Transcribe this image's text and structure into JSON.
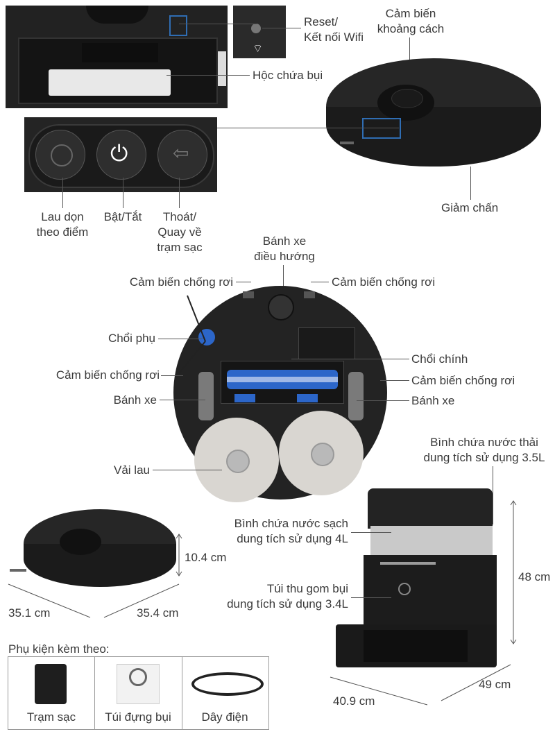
{
  "labels": {
    "reset_wifi": [
      "Reset/",
      "Kết nối Wifi"
    ],
    "distance_sensor": [
      "Cảm biến",
      "khoảng cách"
    ],
    "dust_bin": "Hộc chứa bụi",
    "spot_clean": [
      "Lau dọn",
      "theo điểm"
    ],
    "power": "Bật/Tắt",
    "return_home": [
      "Thoát/",
      "Quay về",
      "trạm sạc"
    ],
    "bumper": "Giảm chấn",
    "omni_wheel": [
      "Bánh xe",
      "điều hướng"
    ],
    "cliff_sensor_top_left": "Cảm biến chống rơi",
    "cliff_sensor_top_right": "Cảm biến chống rơi",
    "side_brush": "Chổi phụ",
    "main_brush": "Chổi chính",
    "cliff_sensor_left": "Cảm biến chống rơi",
    "cliff_sensor_right": "Cảm biến chống rơi",
    "wheel_left": "Bánh xe",
    "wheel_right": "Bánh xe",
    "mop_pads": "Vải lau",
    "dirty_tank": [
      "Bình chứa nước thải",
      "dung tích sử dụng 3.5L"
    ],
    "clean_tank": [
      "Bình chứa nước sạch",
      "dung tích sử dụng 4L"
    ],
    "dust_bag": [
      "Túi thu gom bụi",
      "dung tích sử dụng 3.4L"
    ]
  },
  "dimensions": {
    "robot_height": "10.4 cm",
    "robot_depth": "35.1 cm",
    "robot_width": "35.4 cm",
    "station_height": "48 cm",
    "station_depth": "49 cm",
    "station_width": "40.9 cm"
  },
  "accessories": {
    "title": "Phụ kiện kèm theo:",
    "items": [
      "Trạm sạc",
      "Túi đựng bụi",
      "Dây điện"
    ]
  },
  "colors": {
    "robot_body": "#1e1e1e",
    "callout_line": "#555555",
    "highlight_box": "#2f6db3",
    "brush_blue": "#2c66c9",
    "mop": "#d9d6d1"
  }
}
